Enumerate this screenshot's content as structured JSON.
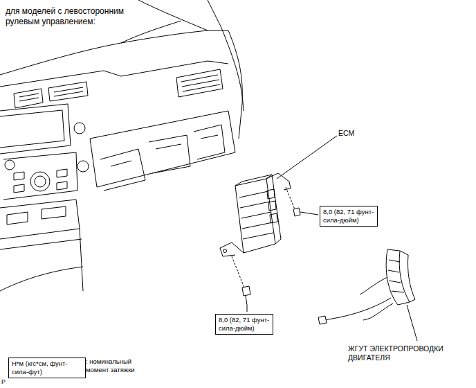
{
  "diagram": {
    "title": "для моделей с левосторонним рулевым управлением:",
    "nodes": [
      {
        "text": [
          "8,0 (82, 71 фунт-сила-дюйм)"
        ]
      },
      {
        "text": [
          "8,0 (82, 71 фунт-сила-дюйм)"
        ]
      },
      {
        "text": [
          "Н*м (кгс*см, фунт-сила-фут)"
        ]
      }
    ],
    "labels": [
      "ECM",
      "ЖГУТ ЭЛЕКТРОПРОВОДКИ ДВИГАТЕЛЯ",
      ": номинальный момент затяжки",
      "P"
    ]
  }
}
